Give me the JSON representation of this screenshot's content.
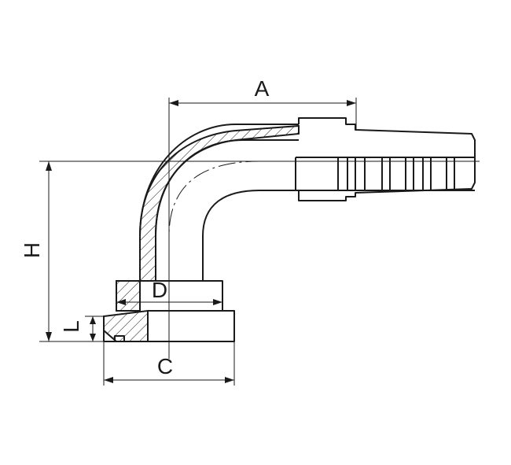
{
  "drawing": {
    "description_labels": {
      "A": "A",
      "H": "H",
      "D": "D",
      "L": "L",
      "C": "C"
    },
    "colors": {
      "line": "#1a1a1a",
      "background": "#ffffff"
    }
  }
}
